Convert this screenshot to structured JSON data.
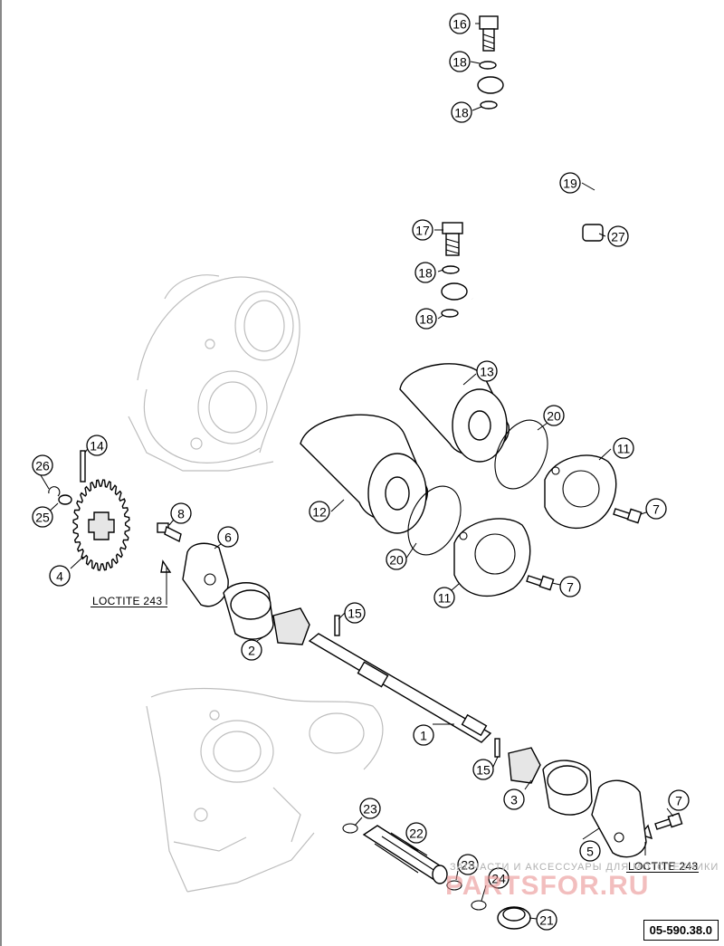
{
  "callouts": [
    {
      "id": "c1",
      "label": "1"
    },
    {
      "id": "c2",
      "label": "2"
    },
    {
      "id": "c3",
      "label": "3"
    },
    {
      "id": "c4",
      "label": "4"
    },
    {
      "id": "c5",
      "label": "5"
    },
    {
      "id": "c6",
      "label": "6"
    },
    {
      "id": "c7a",
      "label": "7"
    },
    {
      "id": "c7b",
      "label": "7"
    },
    {
      "id": "c7c",
      "label": "7"
    },
    {
      "id": "c8",
      "label": "8"
    },
    {
      "id": "c11a",
      "label": "11"
    },
    {
      "id": "c11b",
      "label": "11"
    },
    {
      "id": "c12",
      "label": "12"
    },
    {
      "id": "c13",
      "label": "13"
    },
    {
      "id": "c14",
      "label": "14"
    },
    {
      "id": "c15a",
      "label": "15"
    },
    {
      "id": "c15b",
      "label": "15"
    },
    {
      "id": "c16",
      "label": "16"
    },
    {
      "id": "c17",
      "label": "17"
    },
    {
      "id": "c18a",
      "label": "18"
    },
    {
      "id": "c18b",
      "label": "18"
    },
    {
      "id": "c18c",
      "label": "18"
    },
    {
      "id": "c18d",
      "label": "18"
    },
    {
      "id": "c19",
      "label": "19"
    },
    {
      "id": "c20a",
      "label": "20"
    },
    {
      "id": "c20b",
      "label": "20"
    },
    {
      "id": "c21",
      "label": "21"
    },
    {
      "id": "c22",
      "label": "22"
    },
    {
      "id": "c23a",
      "label": "23"
    },
    {
      "id": "c23b",
      "label": "23"
    },
    {
      "id": "c24",
      "label": "24"
    },
    {
      "id": "c25",
      "label": "25"
    },
    {
      "id": "c26",
      "label": "26"
    },
    {
      "id": "c27",
      "label": "27"
    }
  ],
  "annotations": {
    "loctite_left": "LOCTITE 243",
    "loctite_right": "LOCTITE 243"
  },
  "reference_code": "05-590.38.0",
  "watermark": {
    "text": "ЗАПЧАСТИ И АКСЕССУАРЫ ДЛЯ МОТОТЕХНИКИ",
    "brand": "PARTSFOR.RU"
  }
}
